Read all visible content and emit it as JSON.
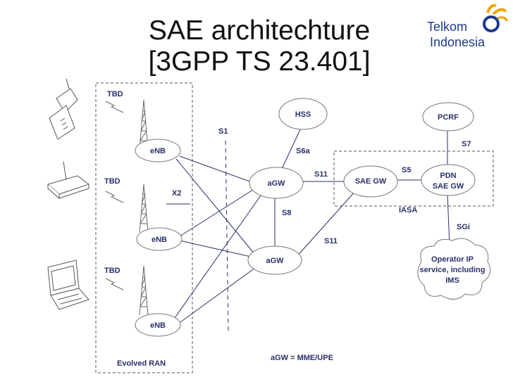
{
  "title": {
    "line1": "SAE architechture",
    "line2": "[3GPP TS 23.401]"
  },
  "logo": {
    "line1": "Telkom",
    "line2": "Indonesia",
    "colors": {
      "text": "#1a3a8a",
      "accent": "#f0a500"
    }
  },
  "nodes": {
    "enb1": "eNB",
    "enb2": "eNB",
    "enb3": "eNB",
    "hss": "HSS",
    "agw1": "aGW",
    "agw2": "aGW",
    "sae_gw": "SAE GW",
    "pcrf": "PCRF",
    "pdn_gw_line1": "PDN",
    "pdn_gw_line2": "SAE GW",
    "operator_line1": "Operator IP",
    "operator_line2": "service, including",
    "operator_line3": "IMS"
  },
  "interfaces": {
    "s1": "S1",
    "x2": "X2",
    "s6a": "S6a",
    "s11_top": "S11",
    "s11_bottom": "S11",
    "s8": "S8",
    "s5": "S5",
    "s7": "S7",
    "sgi": "SGi",
    "iasa": "IASA"
  },
  "labels": {
    "tbd1": "TBD",
    "tbd2": "TBD",
    "tbd3": "TBD",
    "evolved_ran": "Evolved RAN",
    "legend": "aGW = MME/UPE"
  },
  "devices": {
    "phone": "mobile-phone-icon",
    "router": "wireless-router-icon",
    "laptop": "laptop-icon",
    "tower": "antenna-tower-icon"
  },
  "colors": {
    "label_text": "#2a2f6a",
    "lines": "#2a2f6a",
    "node_border": "#777777"
  }
}
